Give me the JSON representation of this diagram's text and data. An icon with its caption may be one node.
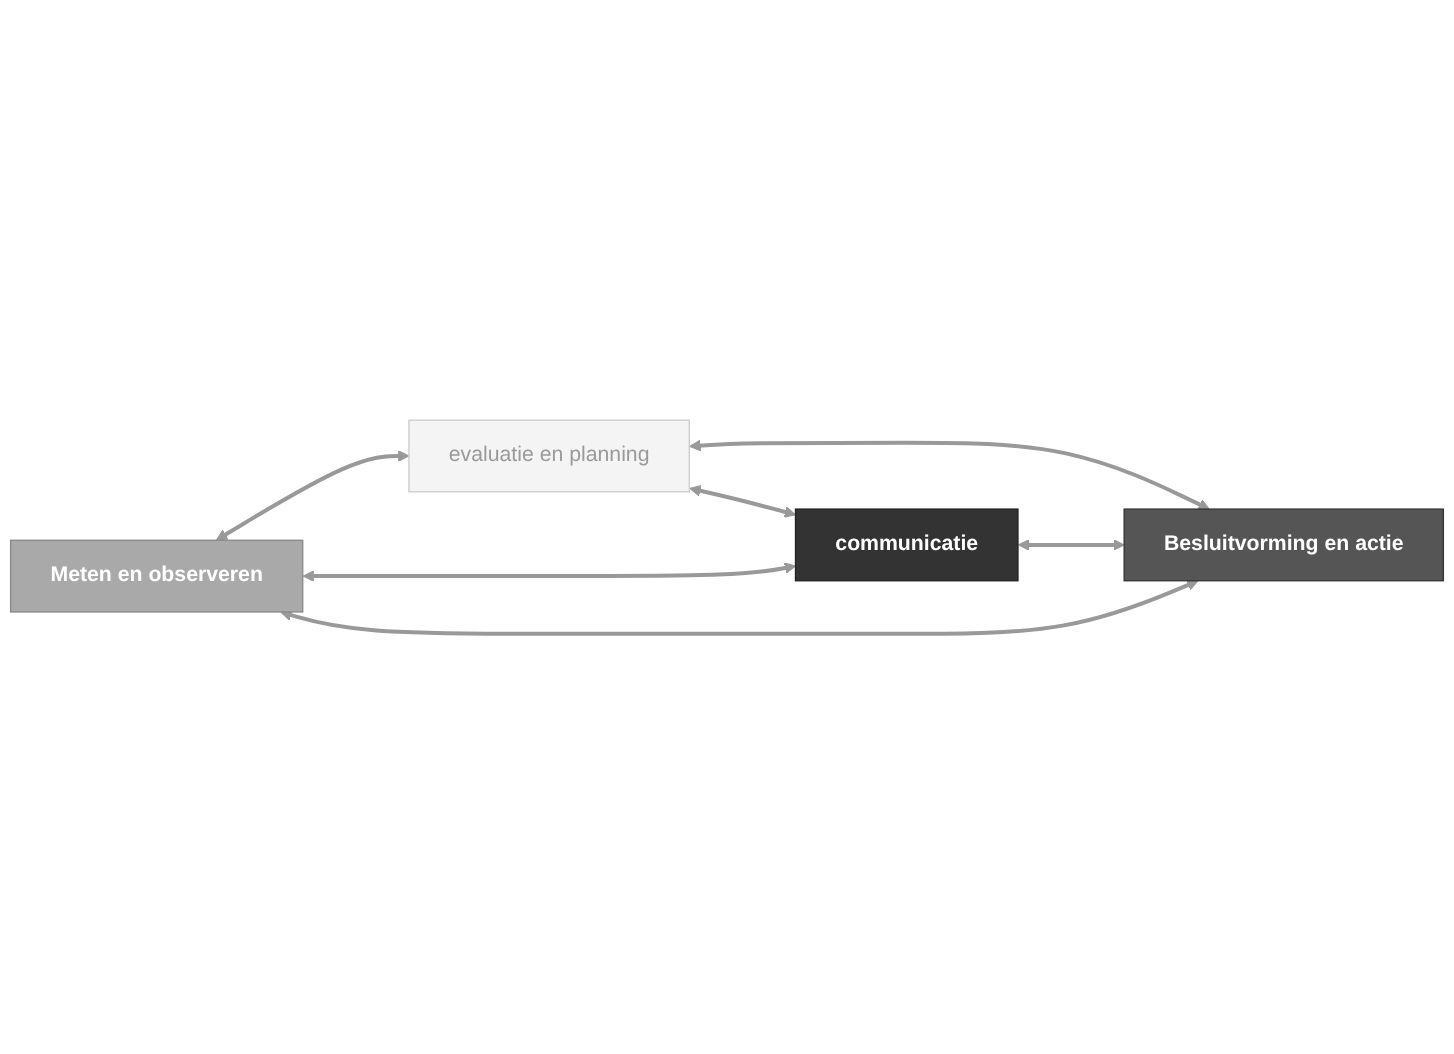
{
  "diagram": {
    "nodes": [
      {
        "text": [
          "Meten en observeren"
        ]
      },
      {
        "text": [
          "evaluatie en planning"
        ]
      },
      {
        "text": [
          "communicatie"
        ]
      },
      {
        "text": [
          "Besluitvorming en actie"
        ]
      }
    ],
    "edges": [
      {
        "from": 0,
        "to": 1,
        "arrow": "both"
      },
      {
        "from": 0,
        "to": 2,
        "arrow": "both"
      },
      {
        "from": 1,
        "to": 3,
        "arrow": "both"
      },
      {
        "from": 2,
        "to": 3,
        "arrow": "both"
      },
      {
        "from": 0,
        "to": 3,
        "arrow": "both"
      },
      {
        "from": 1,
        "to": 2,
        "arrow": "both"
      }
    ]
  }
}
